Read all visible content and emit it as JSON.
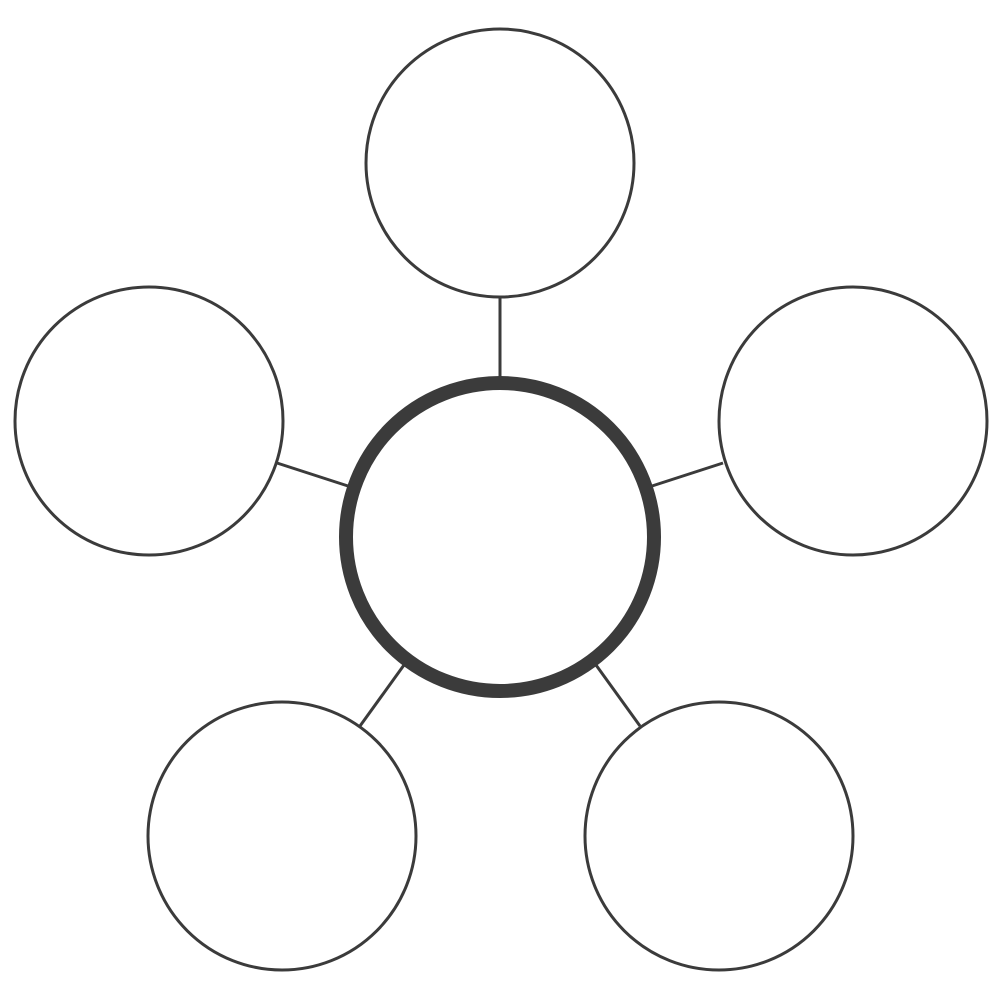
{
  "diagram": {
    "type": "bubble-map",
    "background_color": "#ffffff",
    "stroke_color": "#3b3b3b",
    "center": {
      "label": ""
    },
    "satellites": [
      {
        "id": "top",
        "label": ""
      },
      {
        "id": "right",
        "label": ""
      },
      {
        "id": "bottom-right",
        "label": ""
      },
      {
        "id": "bottom-left",
        "label": ""
      },
      {
        "id": "left",
        "label": ""
      }
    ]
  }
}
